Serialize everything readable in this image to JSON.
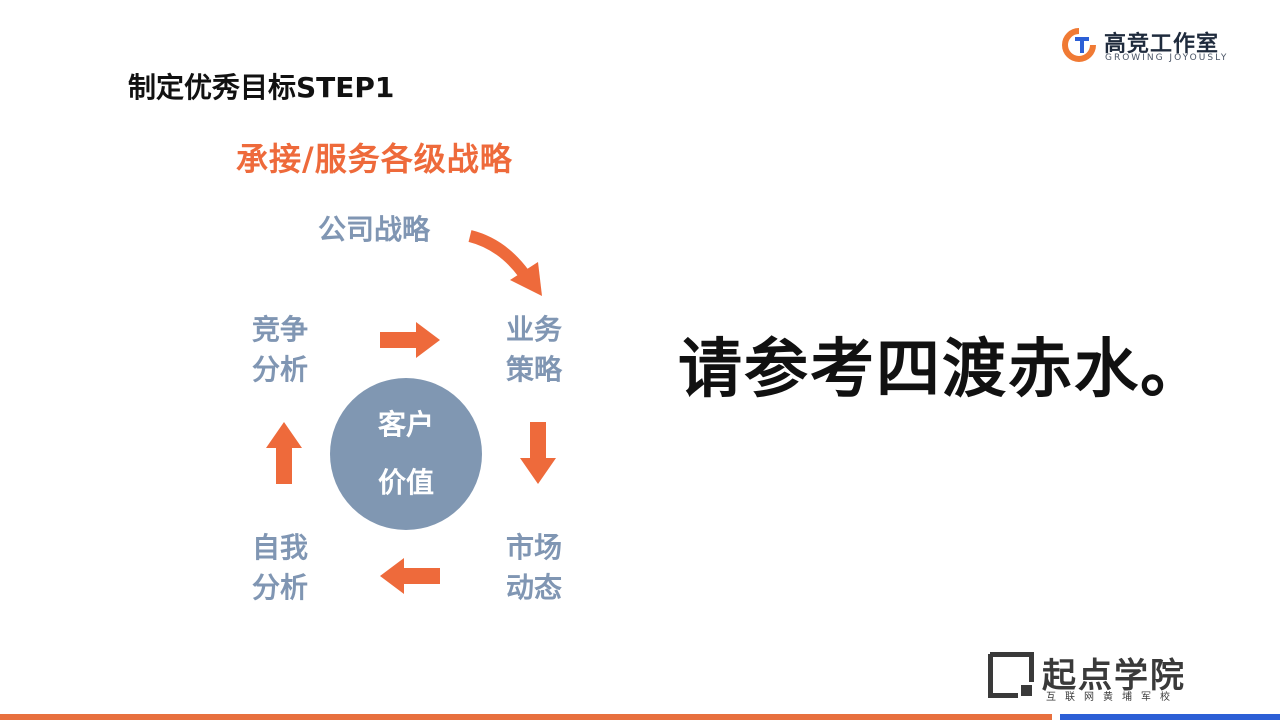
{
  "brand_top": {
    "name": "高竞工作室",
    "tagline": "GROWING JOYOUSLY",
    "colors": {
      "orange": "#f07a34",
      "blue": "#2c5fd6"
    }
  },
  "slide": {
    "step_title": "制定优秀目标STEP1",
    "subtitle": "承接/服务各级战略",
    "cycle": {
      "company_strategy": "公司战略",
      "business_strategy": [
        "业务",
        "策略"
      ],
      "market_dynamics": [
        "市场",
        "动态"
      ],
      "self_analysis": [
        "自我",
        "分析"
      ],
      "competition_analysis": [
        "竞争",
        "分析"
      ],
      "center": [
        "客户",
        "价值"
      ]
    },
    "main_text": "请参考四渡赤水。"
  },
  "brand_bottom": {
    "name": "起点学院",
    "tagline": "互联网黄埔军校"
  },
  "colors": {
    "accent": "#ee6a3b",
    "node_text": "#8096b3",
    "circle": "#8097b2",
    "bar_orange": "#e8703e",
    "bar_blue": "#2c5fd6"
  }
}
